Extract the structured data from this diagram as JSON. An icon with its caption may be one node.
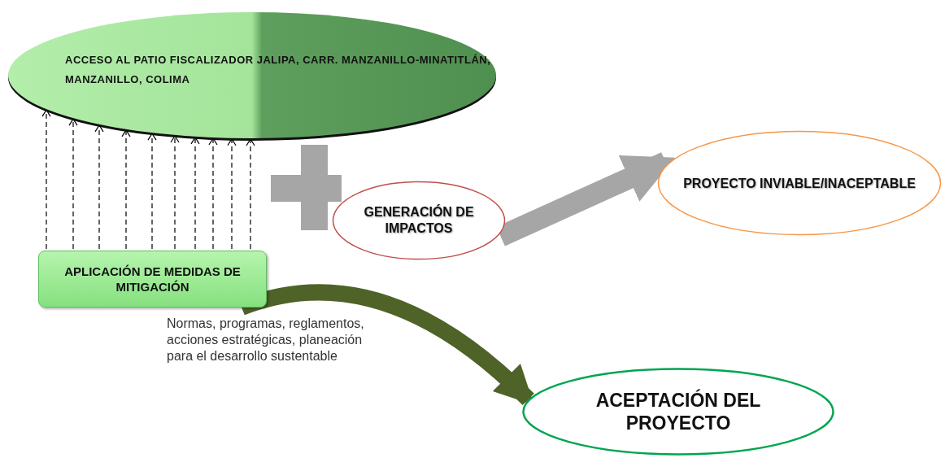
{
  "diagram": {
    "nodes": [
      {
        "text": [
          "ACCESO AL PATIO FISCALIZADOR JALIPA, CARR. MANZANILLO-MINATITLÁN, MANZANILLO, COLIMA"
        ]
      },
      {
        "text": [
          "APLICACIÓN DE MEDIDAS DE MITIGACIÓN"
        ]
      },
      {
        "text": [
          "GENERACIÓN DE IMPACTOS"
        ]
      },
      {
        "text": [
          "PROYECTO INVIABLE/INACEPTABLE"
        ]
      },
      {
        "text": [
          "ACEPTACIÓN DEL PROYECTO"
        ]
      }
    ],
    "edges": [
      {
        "from": 1,
        "to": 0,
        "arrow": "to",
        "style": "dashed"
      },
      {
        "from": 1,
        "to": 0,
        "arrow": "to",
        "style": "dashed"
      },
      {
        "from": 1,
        "to": 0,
        "arrow": "to",
        "style": "dashed"
      },
      {
        "from": 1,
        "to": 0,
        "arrow": "to",
        "style": "dashed"
      },
      {
        "from": 1,
        "to": 0,
        "arrow": "to",
        "style": "dashed"
      },
      {
        "from": 1,
        "to": 0,
        "arrow": "to",
        "style": "dashed"
      },
      {
        "from": 1,
        "to": 0,
        "arrow": "to",
        "style": "dashed"
      },
      {
        "from": 1,
        "to": 0,
        "arrow": "to",
        "style": "dashed"
      },
      {
        "from": 1,
        "to": 0,
        "arrow": "to",
        "style": "dashed"
      },
      {
        "from": 1,
        "to": 0,
        "arrow": "to",
        "style": "dashed"
      },
      {
        "from": 2,
        "to": 3,
        "arrow": "to",
        "style": "thick",
        "color": "#a6a6a6"
      },
      {
        "from": 1,
        "to": 4,
        "arrow": "to",
        "style": "thick",
        "color": "#4f6228"
      }
    ],
    "labels": [
      "Normas, programas, reglamentos, acciones estratégicas, planeación para el desarrollo sustentable"
    ]
  }
}
